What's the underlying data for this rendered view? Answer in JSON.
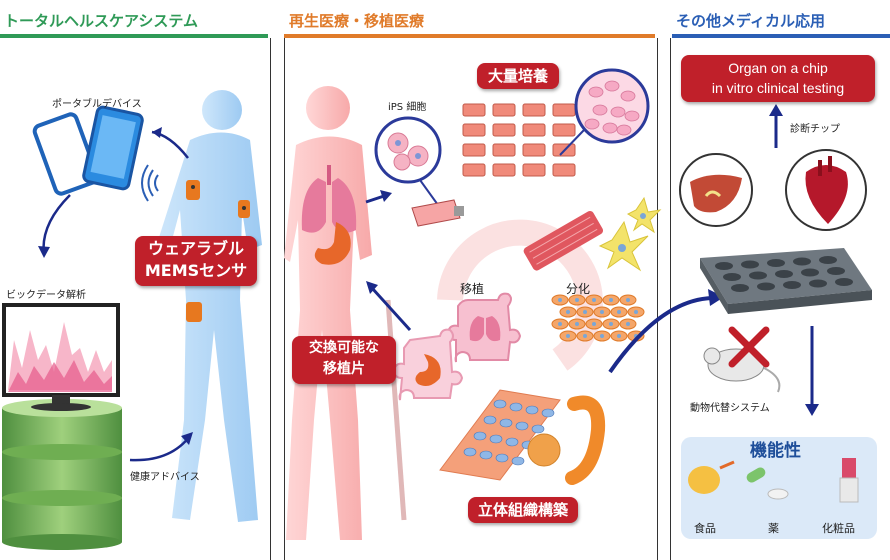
{
  "sections": [
    {
      "title": "トータルヘルスケアシステム",
      "color": "#2f9a57"
    },
    {
      "title": "再生医療・移植医療",
      "color": "#e07b2a"
    },
    {
      "title": "その他メディカル応用",
      "color": "#2b5fb5"
    }
  ],
  "left": {
    "portable_label": "ポータブルデバイス",
    "bigdata_label": "ビックデータ解析",
    "health_label": "健康アドバイス",
    "wearable_line1": "ウェアラブル",
    "wearable_line2": "MEMSセンサ"
  },
  "middle": {
    "ips_label": "iPS 細胞",
    "mass_culture": "大量培養",
    "transplant": "移植",
    "differentiation": "分化",
    "replaceable_line1": "交換可能な",
    "replaceable_line2": "移植片",
    "tissue": "立体組織構築"
  },
  "right": {
    "organ_line1": "Organ on a chip",
    "organ_line2": "in vitro clinical testing",
    "chip_label": "診断チップ",
    "animal_label": "動物代替システム",
    "functionality": "機能性",
    "food": "食品",
    "medicine": "薬",
    "cosmetics": "化粧品"
  }
}
